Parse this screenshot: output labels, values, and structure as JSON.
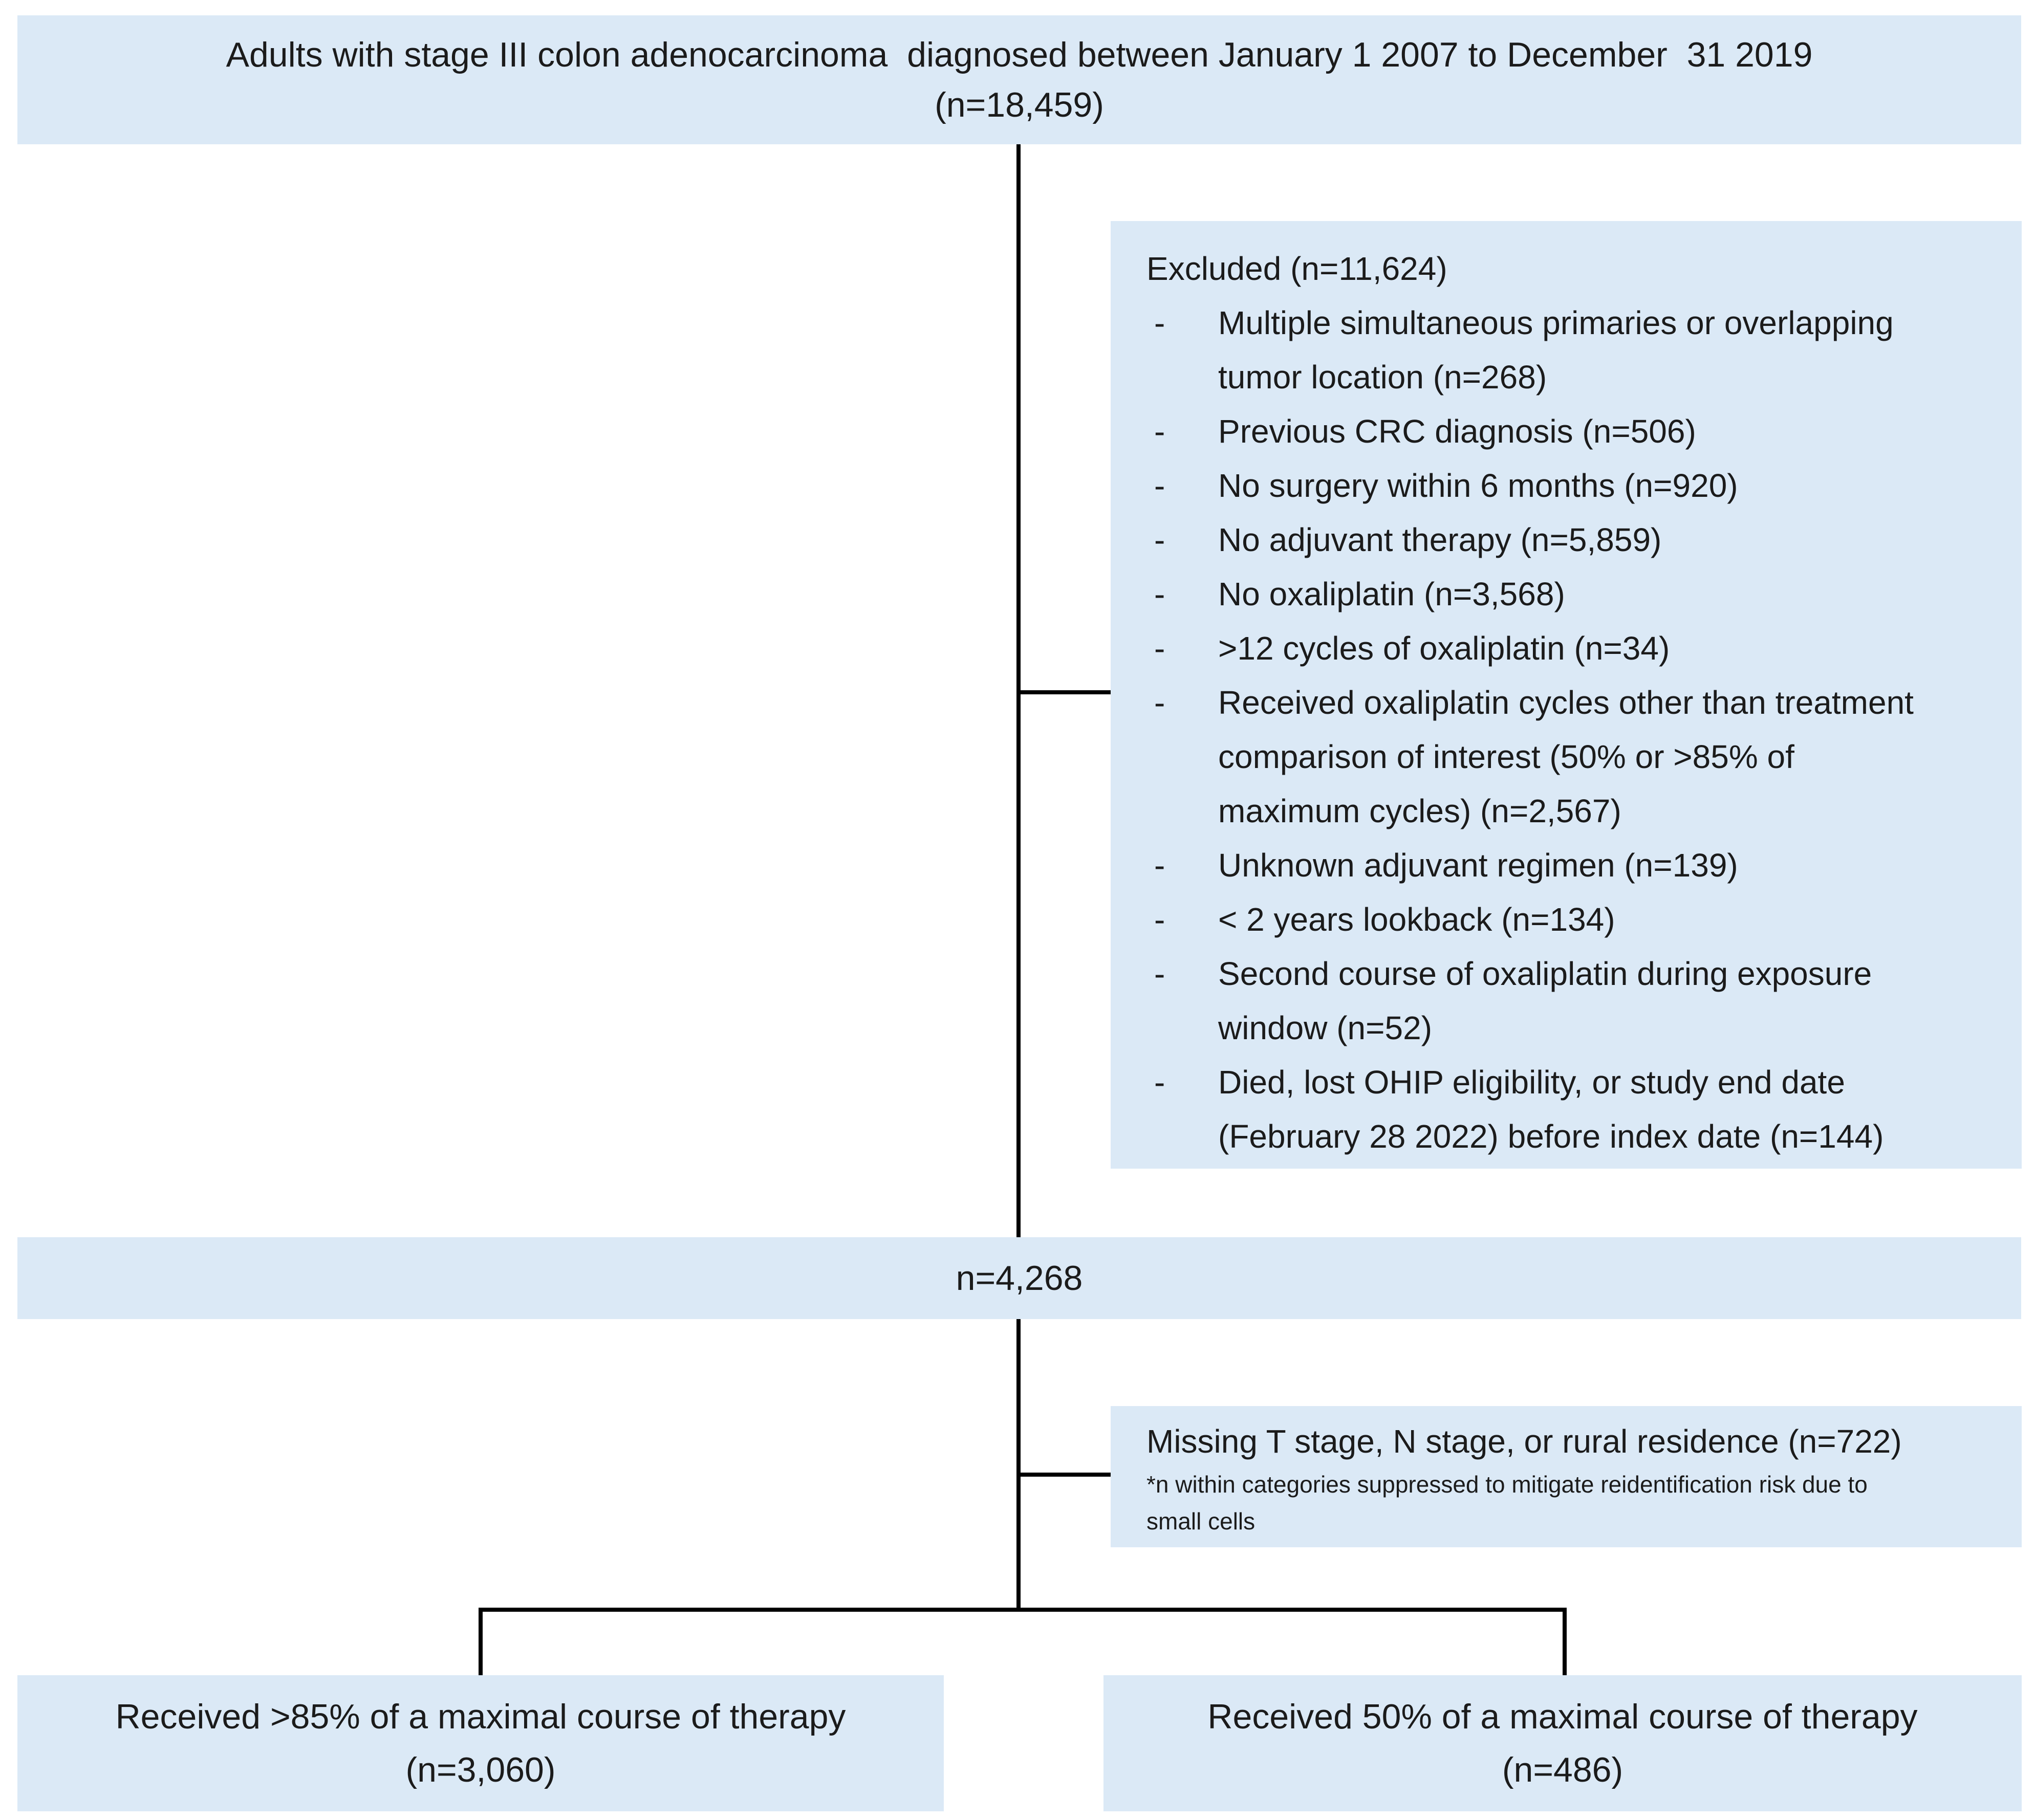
{
  "colors": {
    "box_fill": "#dbe9f6",
    "connector": "#000000",
    "text": "#1b1b1b"
  },
  "top_box": {
    "line1": "Adults with stage III colon adenocarcinoma  diagnosed between January 1 2007 to December  31 2019",
    "line2": "(n=18,459)"
  },
  "excluded_box": {
    "title": "Excluded (n=11,624)",
    "lines": [
      {
        "dash": true,
        "text": "Multiple simultaneous primaries or overlapping"
      },
      {
        "dash": false,
        "text": "tumor location (n=268)"
      },
      {
        "dash": true,
        "text": "Previous CRC diagnosis (n=506)"
      },
      {
        "dash": true,
        "text": "No surgery within 6 months (n=920)"
      },
      {
        "dash": true,
        "text": "No adjuvant therapy (n=5,859)"
      },
      {
        "dash": true,
        "text": "No oxaliplatin (n=3,568)"
      },
      {
        "dash": true,
        "text": ">12 cycles of oxaliplatin (n=34)"
      },
      {
        "dash": true,
        "text": "Received oxaliplatin cycles other than treatment"
      },
      {
        "dash": false,
        "text": "comparison of interest (50% or >85% of"
      },
      {
        "dash": false,
        "text": "maximum cycles) (n=2,567)"
      },
      {
        "dash": true,
        "text": "Unknown adjuvant regimen (n=139)"
      },
      {
        "dash": true,
        "text": "< 2 years lookback (n=134)"
      },
      {
        "dash": true,
        "text": "Second course of oxaliplatin during exposure"
      },
      {
        "dash": false,
        "text": "window (n=52)"
      },
      {
        "dash": true,
        "text": "Died, lost OHIP eligibility, or study end date"
      },
      {
        "dash": false,
        "text": "(February 28 2022) before index date (n=144)"
      }
    ]
  },
  "cohort_box": {
    "label": "n=4,268"
  },
  "missing_box": {
    "line1": "Missing T stage, N stage, or rural residence (n=722)",
    "note_line1": "*n within categories suppressed to mitigate reidentification risk due to",
    "note_line2": "small cells"
  },
  "left_box": {
    "line1": "Received >85% of a maximal course of therapy",
    "line2": "(n=3,060)"
  },
  "right_box": {
    "line1": "Received 50% of a maximal course of therapy",
    "line2": "(n=486)"
  }
}
